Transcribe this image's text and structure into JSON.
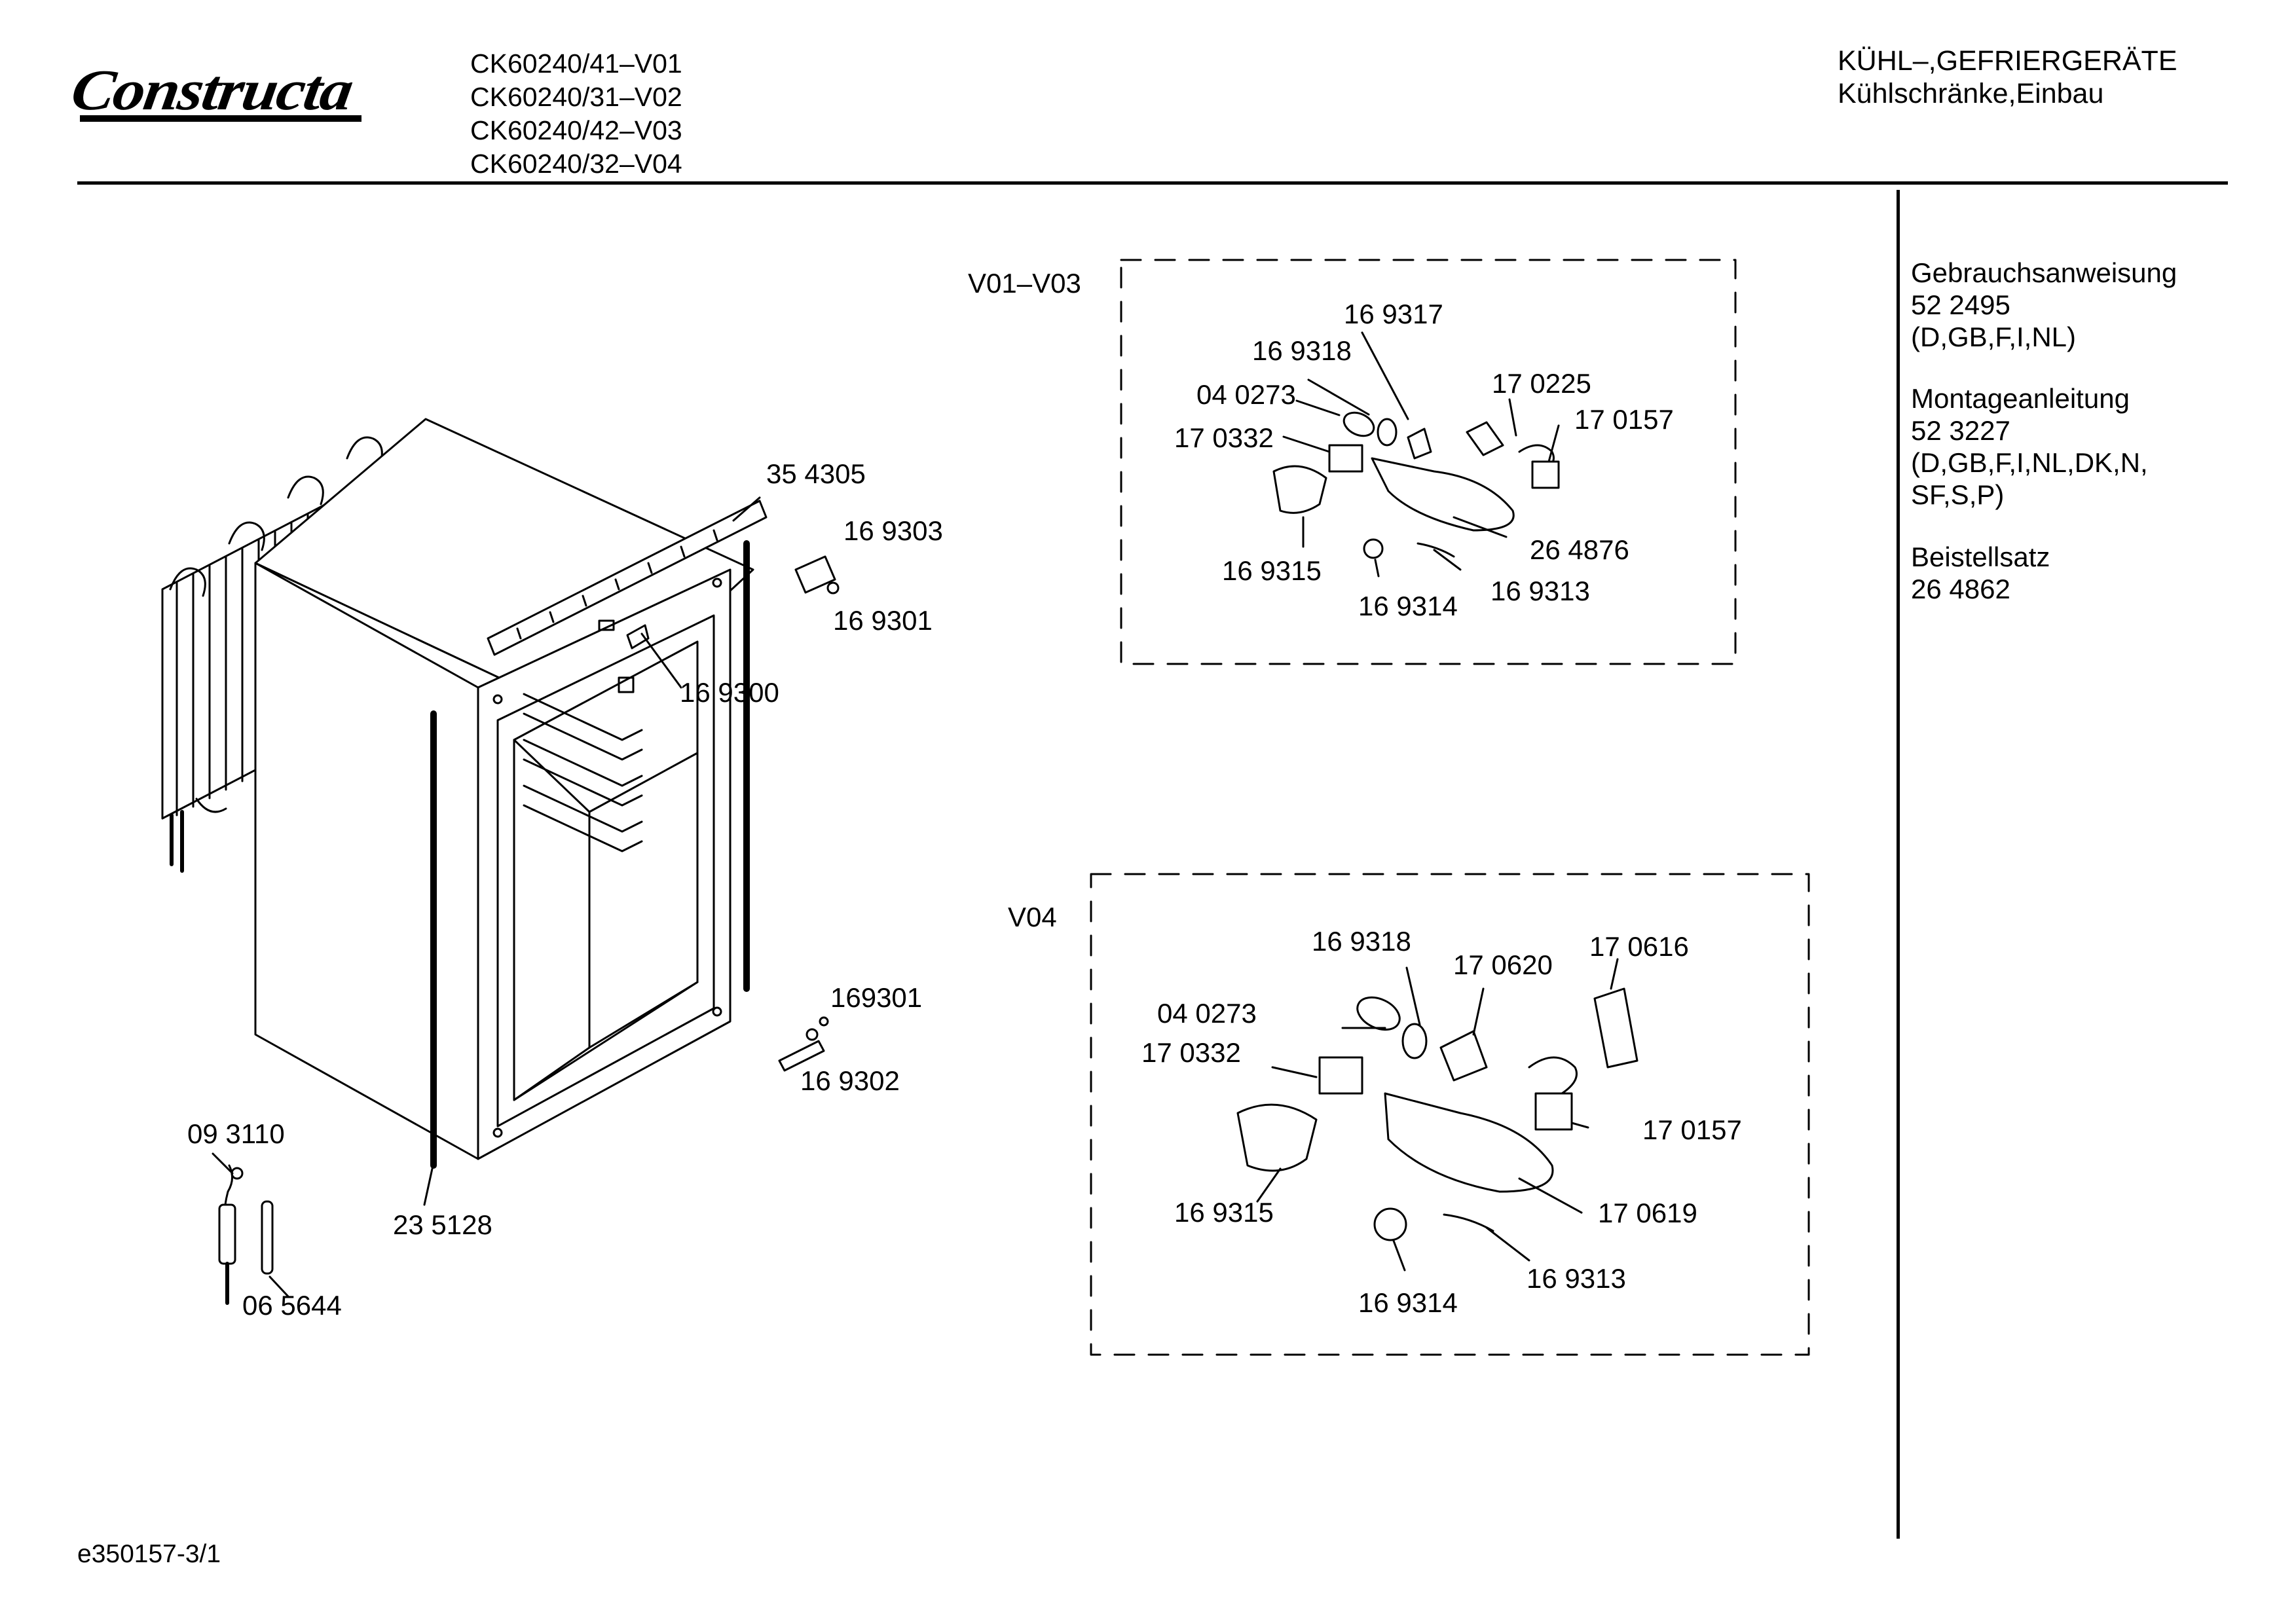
{
  "header": {
    "brand": "Constructa",
    "models": [
      "CK60240/41–V01",
      "CK60240/31–V02",
      "CK60240/42–V03",
      "CK60240/32–V04"
    ],
    "category": "KÜHL–,GEFRIERGERÄTE",
    "subcategory": "Kühlschränke,Einbau"
  },
  "sidebar": [
    {
      "title": "Gebrauchsanweisung",
      "lines": [
        "52 2495",
        "(D,GB,F,I,NL)"
      ]
    },
    {
      "title": "Montageanleitung",
      "lines": [
        "52 3227",
        "(D,GB,F,I,NL,DK,N,",
        "SF,S,P)"
      ]
    },
    {
      "title": "Beistellsatz",
      "lines": [
        "26 4862"
      ]
    }
  ],
  "main_parts": {
    "p354305": "35 4305",
    "p169303": "16 9303",
    "p169301a": "16 9301",
    "p169300": "16 9300",
    "p169301b": "169301",
    "p169302": "16 9302",
    "p093110": "09 3110",
    "p235128": "23 5128",
    "p065644": "06 5644"
  },
  "box_v01": {
    "label": "V01–V03",
    "parts": {
      "p169317": "16 9317",
      "p169318": "16 9318",
      "p040273": "04 0273",
      "p170225": "17 0225",
      "p170157": "17 0157",
      "p170332": "17 0332",
      "p264876": "26 4876",
      "p169315": "16 9315",
      "p169314": "16 9314",
      "p169313": "16 9313"
    }
  },
  "box_v04": {
    "label": "V04",
    "parts": {
      "p169318": "16 9318",
      "p170620": "17 0620",
      "p170616": "17 0616",
      "p040273": "04 0273",
      "p170332": "17 0332",
      "p170157": "17 0157",
      "p170619": "17 0619",
      "p169315": "16 9315",
      "p169313": "16 9313",
      "p169314": "16 9314"
    }
  },
  "footer": {
    "code": "e350157-3/1"
  }
}
